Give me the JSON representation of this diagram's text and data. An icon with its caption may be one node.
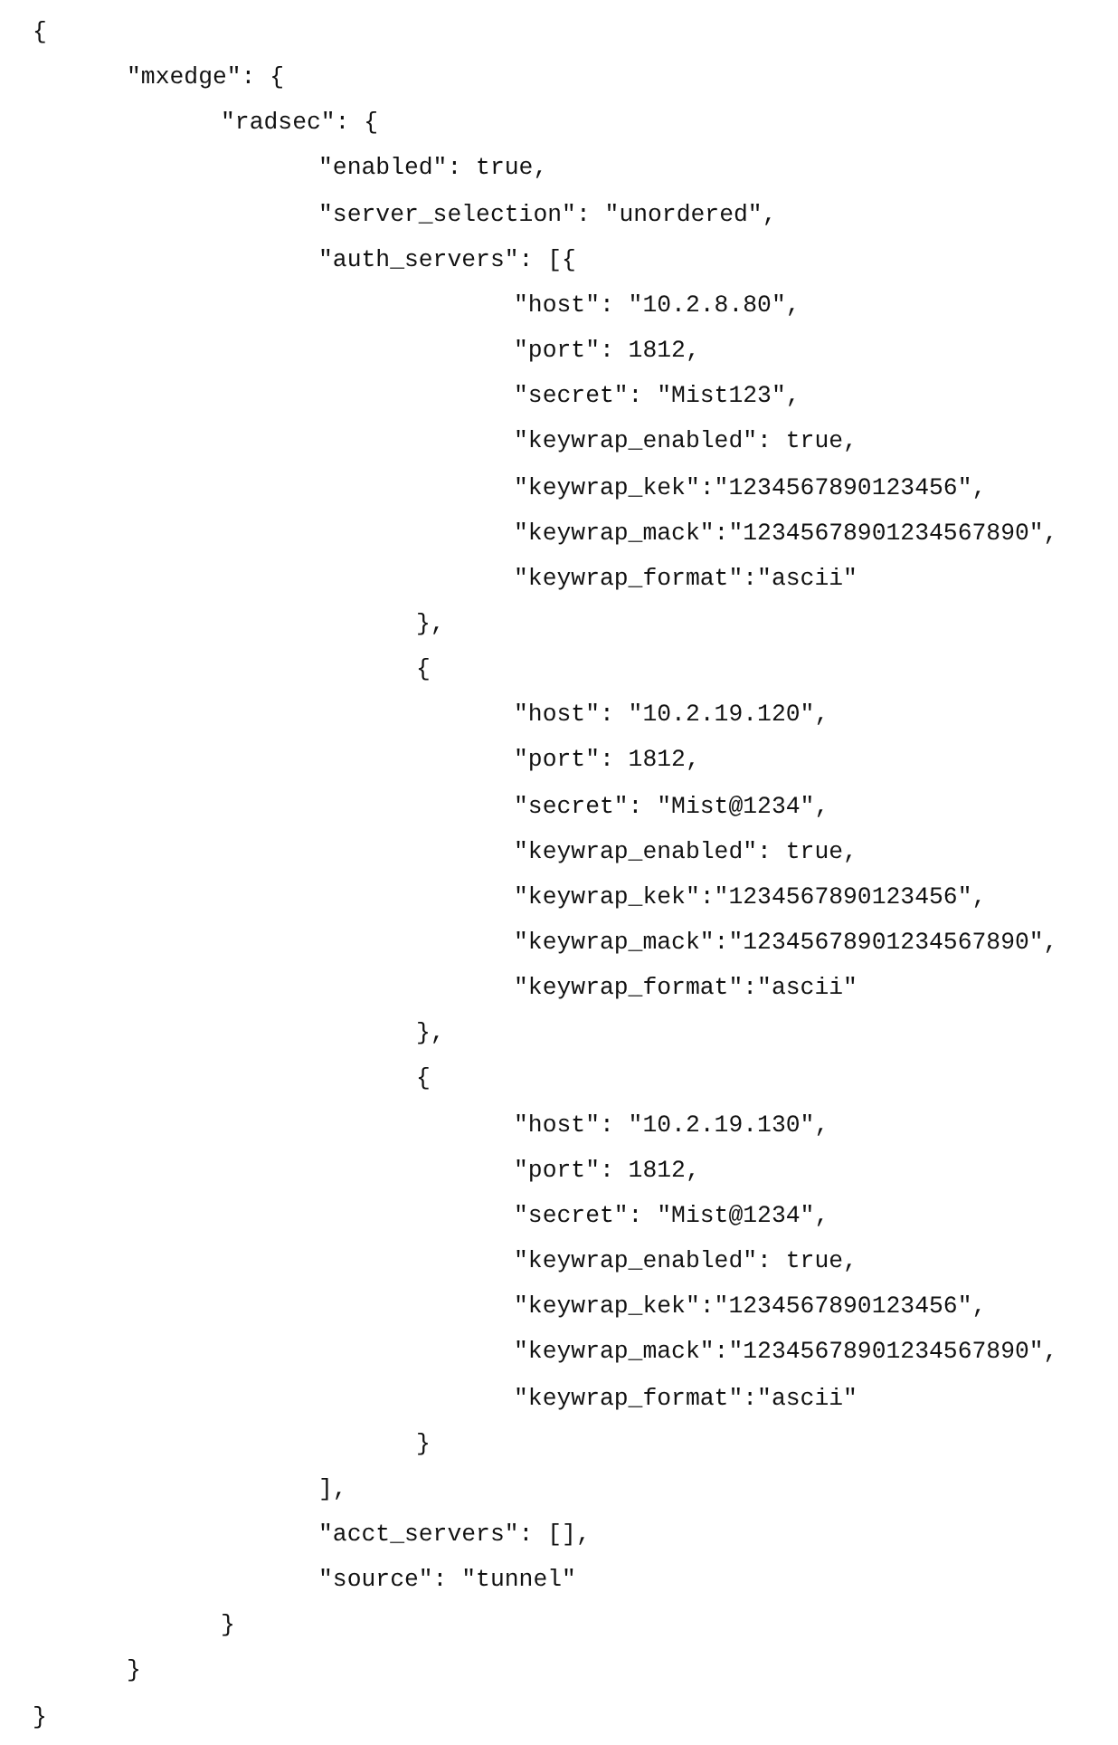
{
  "diagram": {
    "labels": [
      "{",
      "\"mxedge\": {",
      "\"radsec\": {",
      "\"enabled\": true,",
      "\"server_selection\": \"unordered\",",
      "\"auth_servers\": [{",
      "\"host\": \"10.2.8.80\",",
      "\"port\": 1812,",
      "\"secret\": \"Mist123\",",
      "\"keywrap_enabled\": true,",
      "\"keywrap_kek\":\"1234567890123456\",",
      "\"keywrap_mack\":\"12345678901234567890\",",
      "\"keywrap_format\":\"ascii\"",
      "},",
      "{",
      "\"host\": \"10.2.19.120\",",
      "\"port\": 1812,",
      "\"secret\": \"Mist@1234\",",
      "\"keywrap_enabled\": true,",
      "\"keywrap_kek\":\"1234567890123456\",",
      "\"keywrap_mack\":\"12345678901234567890\",",
      "\"keywrap_format\":\"ascii\"",
      "},",
      "{",
      "\"host\": \"10.2.19.130\",",
      "\"port\": 1812,",
      "\"secret\": \"Mist@1234\",",
      "\"keywrap_enabled\": true,",
      "\"keywrap_kek\":\"1234567890123456\",",
      "\"keywrap_mack\":\"12345678901234567890\",",
      "\"keywrap_format\":\"ascii\"",
      "}",
      "],",
      "\"acct_servers\": [],",
      "\"source\": \"tunnel\"",
      "}",
      "}",
      "}"
    ]
  }
}
